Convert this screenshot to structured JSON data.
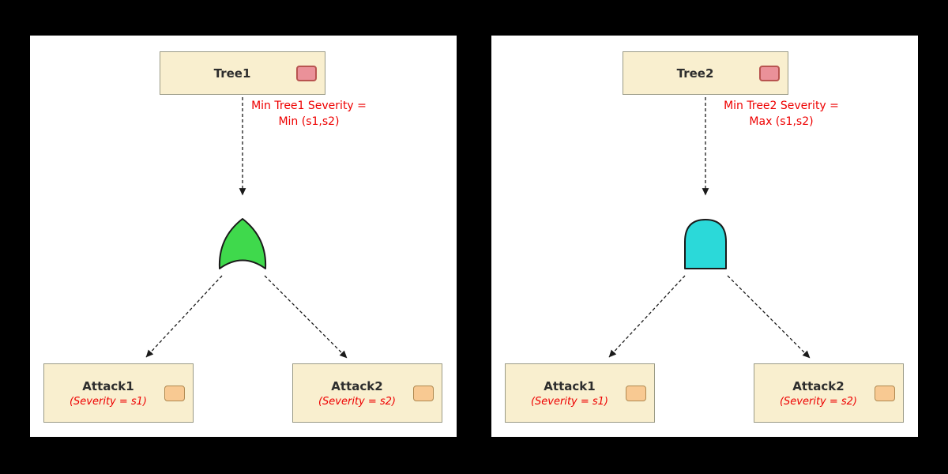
{
  "colors": {
    "background": "#000000",
    "panel_background": "#ffffff",
    "node_fill": "#f9efcf",
    "node_border": "#9a9a85",
    "tree_icon_fill": "#ea9199",
    "tree_icon_border": "#b85450",
    "attack_icon_fill": "#f8c992",
    "attack_icon_border": "#b08950",
    "or_gate": "#3fd94c",
    "and_gate": "#2bd9d9",
    "gate_stroke": "#1a1a1a",
    "arrow": "#1a1a1a",
    "annotation_red": "#ee0000",
    "title_text": "#2d2d2d"
  },
  "icons": {
    "tree_marker": "pink-rounded-square-marker",
    "attack_marker": "orange-rounded-square-marker"
  },
  "left_diagram": {
    "root": {
      "label": "Tree1"
    },
    "edge_annotation": {
      "line1": "Min Tree1 Severity =",
      "line2": "Min (s1,s2)"
    },
    "gate": {
      "type": "OR"
    },
    "children": [
      {
        "label": "Attack1",
        "severity": "(Severity = s1)"
      },
      {
        "label": "Attack2",
        "severity": "(Severity = s2)"
      }
    ]
  },
  "right_diagram": {
    "root": {
      "label": "Tree2"
    },
    "edge_annotation": {
      "line1": "Min Tree2 Severity =",
      "line2": "Max (s1,s2)"
    },
    "gate": {
      "type": "AND"
    },
    "children": [
      {
        "label": "Attack1",
        "severity": "(Severity = s1)"
      },
      {
        "label": "Attack2",
        "severity": "(Severity = s2)"
      }
    ]
  }
}
